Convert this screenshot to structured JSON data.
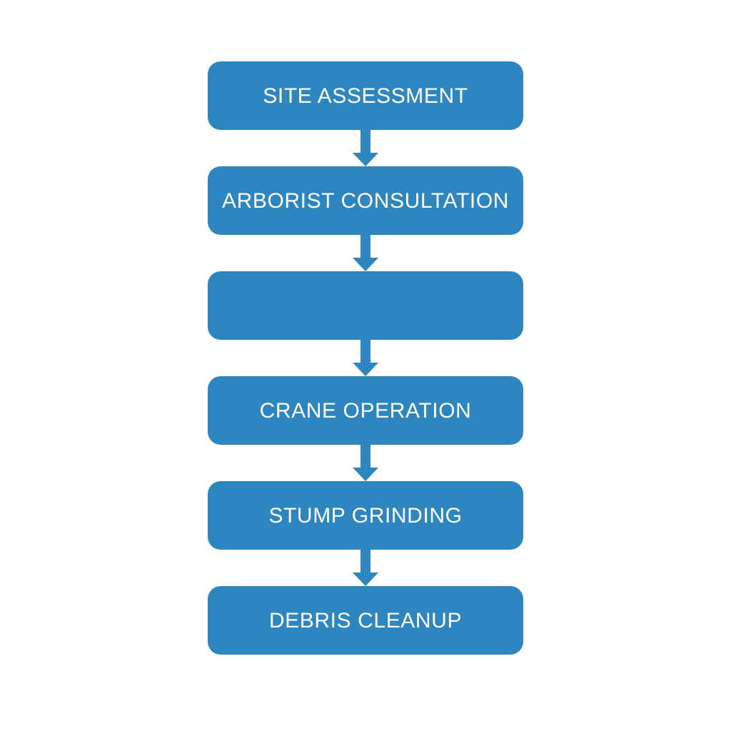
{
  "diagram": {
    "type": "vertical-flowchart",
    "title": "",
    "background_color": "#FFFFFF",
    "node_color": "#2E86C1",
    "node_text_color": "#FFFFFF",
    "arrow_color": "#2E86C1",
    "node_count": 6,
    "arrow_count": 5,
    "nodes": [
      {
        "id": "node-1",
        "label": "SITE ASSESSMENT"
      },
      {
        "id": "node-2",
        "label": "ARBORIST CONSULTATION"
      },
      {
        "id": "node-3",
        "label": ""
      },
      {
        "id": "node-4",
        "label": "CRANE OPERATION"
      },
      {
        "id": "node-5",
        "label": "STUMP GRINDING"
      },
      {
        "id": "node-6",
        "label": "DEBRIS CLEANUP"
      }
    ],
    "connectors": [
      {
        "id": "arrow-1",
        "icon": "arrow-down-icon",
        "from": "node-1",
        "to": "node-2"
      },
      {
        "id": "arrow-2",
        "icon": "arrow-down-icon",
        "from": "node-2",
        "to": "node-3"
      },
      {
        "id": "arrow-3",
        "icon": "arrow-down-icon",
        "from": "node-3",
        "to": "node-4"
      },
      {
        "id": "arrow-4",
        "icon": "arrow-down-icon",
        "from": "node-4",
        "to": "node-5"
      },
      {
        "id": "arrow-5",
        "icon": "arrow-down-icon",
        "from": "node-5",
        "to": "node-6"
      }
    ]
  }
}
